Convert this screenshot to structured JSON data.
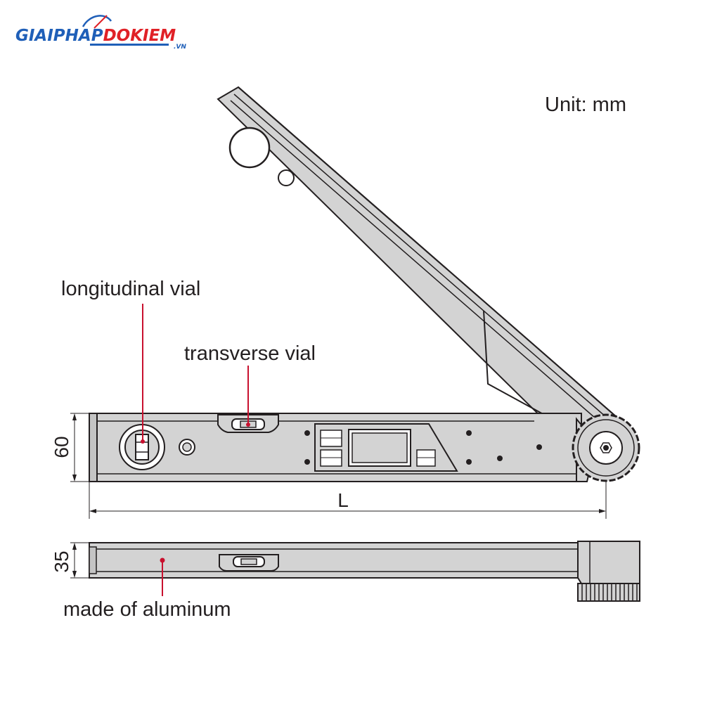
{
  "logo": {
    "brand_left": "GIAIPHAP",
    "brand_right": "DOKIEM",
    "suffix": ".VN",
    "color_left": "#1f5fb8",
    "color_right": "#e02127"
  },
  "unit_label": "Unit: mm",
  "labels": {
    "longitudinal_vial": "longitudinal vial",
    "transverse_vial": "transverse vial",
    "material": "made of aluminum"
  },
  "dimensions": {
    "height_front": "60",
    "length": "L",
    "height_side": "35"
  },
  "colors": {
    "line": "#231f20",
    "body_fill": "#d3d3d3",
    "leader": "#c8102e"
  }
}
